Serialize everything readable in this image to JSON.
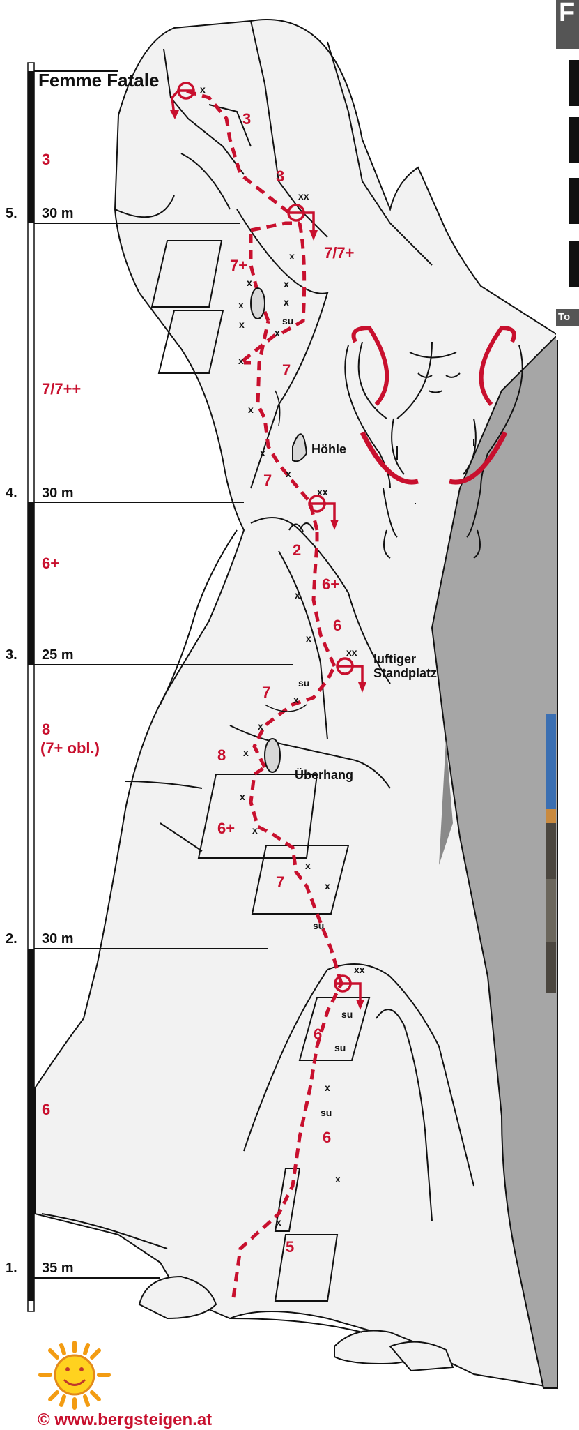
{
  "route_name": "Femme Fatale",
  "pitches": [
    {
      "number": "5.",
      "length": "30 m",
      "grade": "3"
    },
    {
      "number": "4.",
      "length": "30 m",
      "grade": "7/7++"
    },
    {
      "number": "3.",
      "length": "25 m",
      "grade": "6+"
    },
    {
      "number": "2.",
      "length": "30 m",
      "grade": "8",
      "grade_note": "(7+ obl.)"
    },
    {
      "number": "1.",
      "length": "35 m",
      "grade": "6"
    }
  ],
  "route_grades": [
    "3",
    "3",
    "7+",
    "7/7+",
    "7",
    "7",
    "2",
    "6+",
    "6",
    "7",
    "8",
    "6+",
    "7",
    "6",
    "6",
    "5"
  ],
  "bolt_labels": [
    "x",
    "xx",
    "su"
  ],
  "features": {
    "cave": "Höhle",
    "airy_belay": "luftiger Standplatz",
    "airy_belay_line1": "luftiger",
    "airy_belay_line2": "Standplatz",
    "overhang": "Überhang"
  },
  "right_panel": {
    "header_partial": "F",
    "footer_partial": "To"
  },
  "copyright": "© www.bergsteigen.at",
  "colors": {
    "route": "#c8102e",
    "grade_text": "#c8102e",
    "ink": "#111111",
    "panel_gray": "#555555",
    "rock_shade": "#f2f2f2"
  }
}
